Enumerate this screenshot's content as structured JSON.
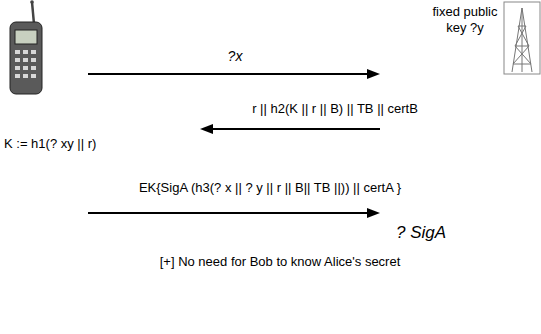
{
  "diagram": {
    "labels": [
      "fixed public key ?y",
      "?x",
      "r || h2(K || r || B) || TB || certB",
      "K := h1(? xy || r)",
      "EK{SigA (h3(? x || ? y || r || B|| TB ||)) || certA }",
      "? SigA",
      "[+] No need for Bob to know Alice's secret"
    ]
  }
}
